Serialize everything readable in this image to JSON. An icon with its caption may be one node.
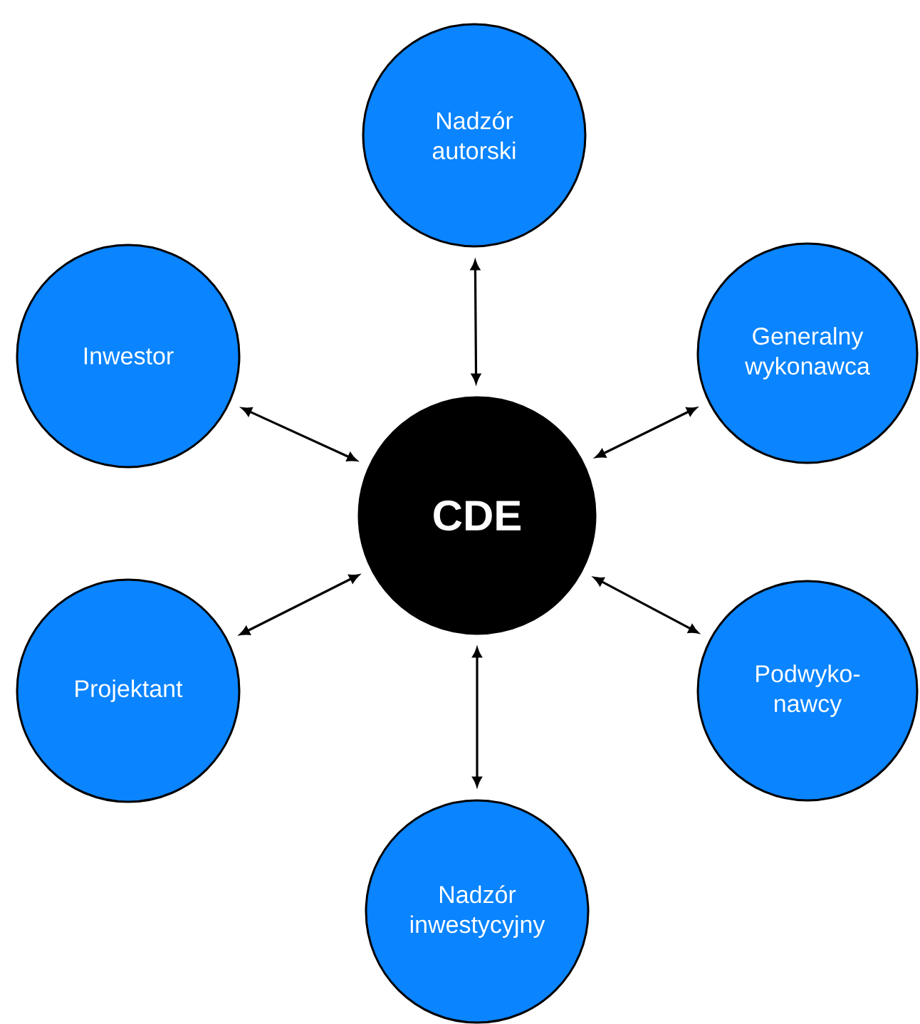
{
  "diagram": {
    "nodes": [
      {
        "text": [
          "Nadzór autorski"
        ]
      },
      {
        "text": [
          "Inwestor"
        ]
      },
      {
        "text": [
          "Generalny wykonawca"
        ]
      },
      {
        "text": [
          "CDE"
        ]
      },
      {
        "text": [
          "Projektant"
        ]
      },
      {
        "text": [
          "Podwyko-nawcy"
        ]
      },
      {
        "text": [
          "Nadzór inwestycyjny"
        ]
      }
    ],
    "edges": [
      {
        "from": 3,
        "to": 0,
        "arrow": "both"
      },
      {
        "from": 3,
        "to": 1,
        "arrow": "both"
      },
      {
        "from": 3,
        "to": 2,
        "arrow": "both"
      },
      {
        "from": 3,
        "to": 4,
        "arrow": "both"
      },
      {
        "from": 3,
        "to": 5,
        "arrow": "both"
      },
      {
        "from": 3,
        "to": 6,
        "arrow": "both"
      }
    ]
  }
}
